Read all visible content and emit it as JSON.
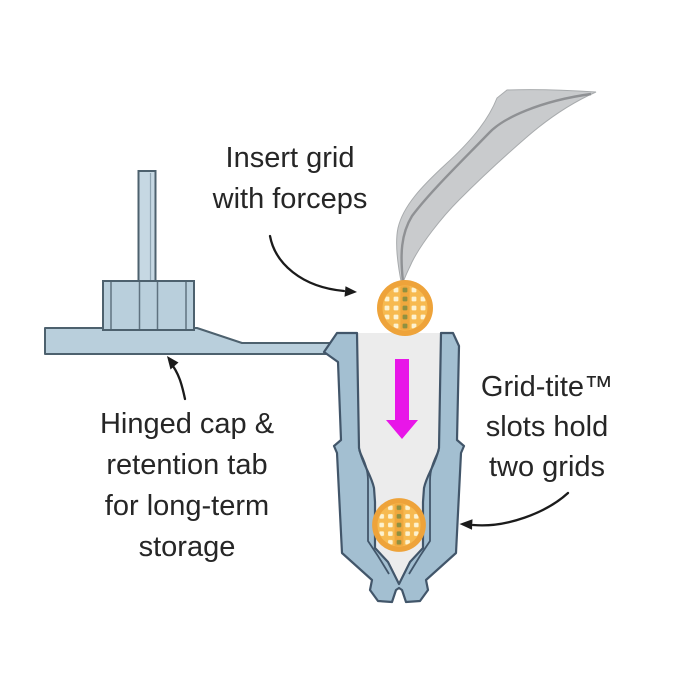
{
  "labels": {
    "insert_grid": "Insert grid\nwith forceps",
    "hinged_cap": "Hinged cap &\nretention tab\nfor long-term\nstorage",
    "grid_tite": "Grid-tite™\nslots hold\ntwo grids"
  },
  "icons": {
    "forceps": "forceps-icon",
    "tem_grid": "tem-grid-icon",
    "insert_direction": "down-arrow-icon",
    "annotation_pointer": "curved-arrow-icon"
  },
  "colors": {
    "background": "#ffffff",
    "cap_fill": "#b9cfdc",
    "cap_stick_fill": "#c6d8e3",
    "tube_wall": "#a3bfd1",
    "outline": "#42566a",
    "tube_interior": "#ececec",
    "grid_ring": "#eea33a",
    "grid_face": "#f7ba50",
    "grid_mesh_dot": "#fdf2cf",
    "grid_center_dot": "#8f9040",
    "insert_arrow": "#e816e8",
    "forceps_fill": "#c9cbcd",
    "forceps_seam": "#8f9194",
    "annotation_arrow": "#1b1b1b",
    "text": "#262626"
  }
}
